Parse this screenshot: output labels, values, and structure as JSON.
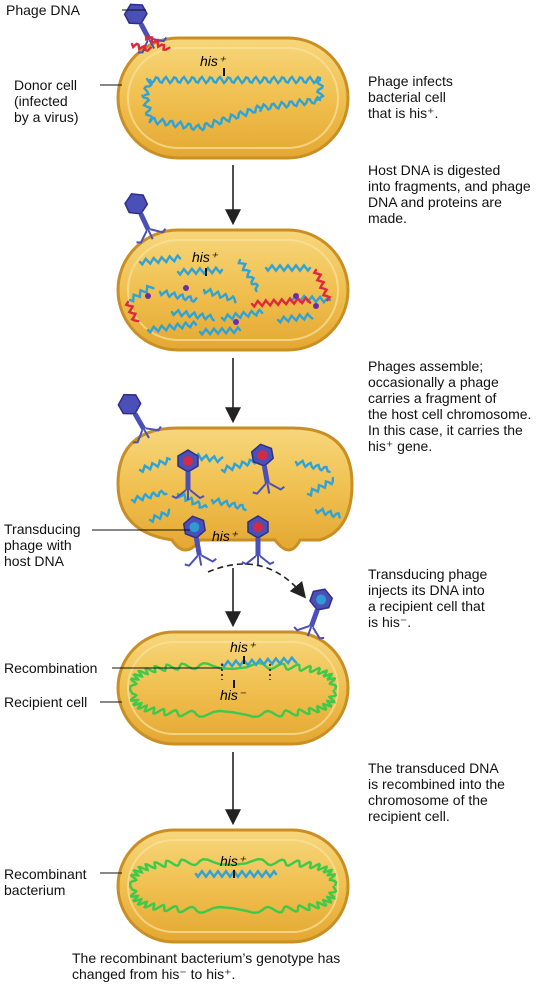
{
  "colors": {
    "cell_fill": "#f2c45a",
    "cell_border": "#d49a2a",
    "host_dna": "#2ea3d6",
    "phage_dna": "#e0283a",
    "recipient_dna": "#3ec94a",
    "phage_body": "#4b4fb8"
  },
  "labels": {
    "phage_dna": "Phage DNA",
    "donor_cell": "Donor cell\n(infected\nby a virus)",
    "transducing_phage": "Transducing\nphage with\nhost DNA",
    "recombination": "Recombination",
    "recipient_cell": "Recipient cell",
    "recombinant": "Recombinant\nbacterium"
  },
  "gene_labels": {
    "his_plus": "his⁺",
    "his_minus": "his⁻"
  },
  "captions": {
    "step1": [
      "Phage infects",
      "bacterial cell",
      "that is his⁺."
    ],
    "step2": [
      "Host DNA is digested",
      "into fragments, and phage",
      "DNA and proteins are",
      "made."
    ],
    "step3": [
      "Phages assemble;",
      "occasionally a phage",
      "carries a fragment of",
      "the host cell chromosome.",
      "In this case, it carries the",
      "his⁺ gene."
    ],
    "step4": [
      "Transducing phage",
      "injects its DNA into",
      "a recipient cell that",
      "is his⁻."
    ],
    "step5": [
      "The transduced DNA",
      "is recombined into the",
      "chromosome of the",
      "recipient cell."
    ],
    "final": [
      "The recombinant bacterium’s genotype has",
      "changed from his⁻ to his⁺."
    ]
  }
}
